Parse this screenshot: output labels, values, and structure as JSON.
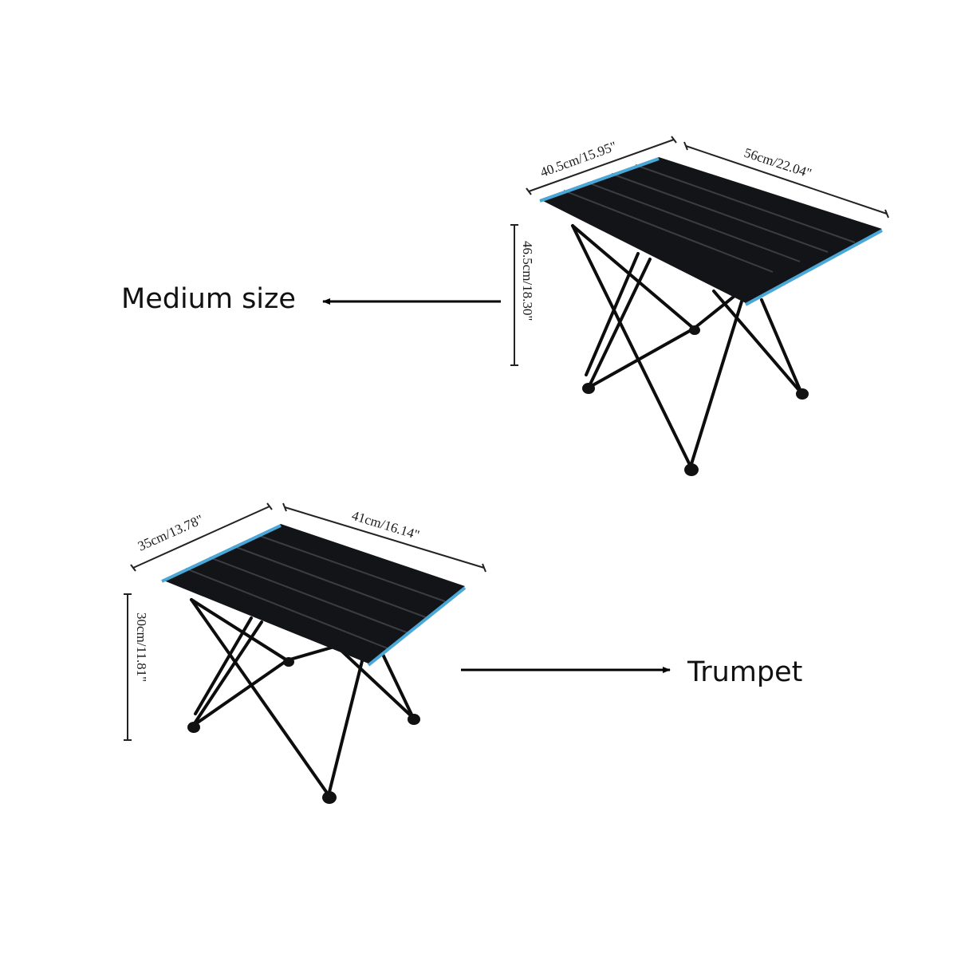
{
  "labels": {
    "medium": "Medium size",
    "small": "Trumpet"
  },
  "dimensions": {
    "medium_width": "40.5cm/15.95\"",
    "medium_length": "56cm/22.04\"",
    "medium_height": "46.5cm/18.30\"",
    "small_width": "35cm/13.78\"",
    "small_length": "41cm/16.14\"",
    "small_height": "30cm/11.81\""
  },
  "colors": {
    "tabletop": "#121417",
    "slat_line": "#3a3e44",
    "edge": "#4aa8d8",
    "frame": "#0d0d0d",
    "arrow": "#000000",
    "dimension_line": "#222222"
  }
}
